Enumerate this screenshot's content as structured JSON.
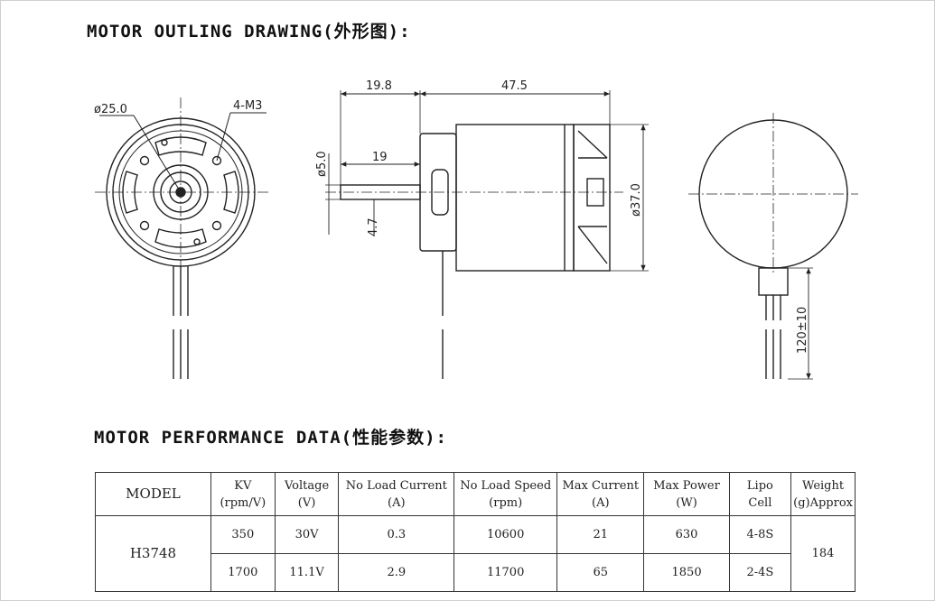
{
  "titles": {
    "outline": "MOTOR OUTLING DRAWING(外形图):",
    "performance": "MOTOR PERFORMANCE DATA(性能参数):"
  },
  "drawing": {
    "front_labels": {
      "diameter": "ø25.0",
      "holes": "4-M3"
    },
    "side_labels": {
      "shaft_length": "19.8",
      "body_length": "47.5",
      "shaft_diameter": "ø5.0",
      "shaft_exposed": "19",
      "offset": "4.7",
      "body_diameter": "ø37.0"
    },
    "rear_labels": {
      "lead_length": "120±10"
    }
  },
  "table": {
    "headers": [
      {
        "line1": "MODEL",
        "line2": ""
      },
      {
        "line1": "KV",
        "line2": "(rpm/V)"
      },
      {
        "line1": "Voltage",
        "line2": "(V)"
      },
      {
        "line1": "No Load Current",
        "line2": "(A)"
      },
      {
        "line1": "No Load Speed",
        "line2": "(rpm)"
      },
      {
        "line1": "Max Current",
        "line2": "(A)"
      },
      {
        "line1": "Max Power",
        "line2": "(W)"
      },
      {
        "line1": "Lipo",
        "line2": "Cell"
      },
      {
        "line1": "Weight",
        "line2": "(g)Approx"
      }
    ],
    "model": "H3748",
    "weight": "184",
    "rows": [
      {
        "kv": "350",
        "voltage": "30V",
        "no_load_current": "0.3",
        "no_load_speed": "10600",
        "max_current": "21",
        "max_power": "630",
        "lipo": "4-8S"
      },
      {
        "kv": "1700",
        "voltage": "11.1V",
        "no_load_current": "2.9",
        "no_load_speed": "11700",
        "max_current": "65",
        "max_power": "1850",
        "lipo": "2-4S"
      }
    ]
  }
}
